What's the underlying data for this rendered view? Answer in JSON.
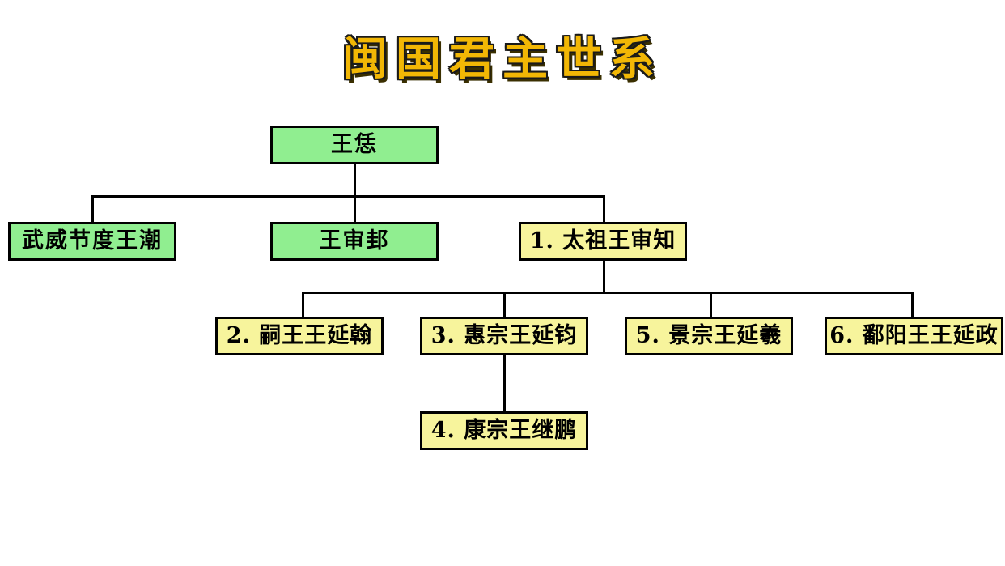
{
  "title": "闽国君主世系",
  "palette": {
    "background": "#ffffff",
    "title_fill": "#f2b705",
    "title_outline": "#1a1a1a",
    "box_border": "#000000",
    "green_fill": "#90ee90",
    "yellow_fill": "#f7f49c",
    "connector": "#000000"
  },
  "chart_data": {
    "type": "diagram",
    "subtype": "genealogy-tree",
    "title": "闽国君主世系",
    "nodes": [
      {
        "id": "n0",
        "label": "王恁",
        "generation": 1,
        "color": "green",
        "order": null
      },
      {
        "id": "n1",
        "label": "武威节度王潮",
        "generation": 2,
        "color": "green",
        "order": null
      },
      {
        "id": "n2",
        "label": "王审邽",
        "generation": 2,
        "color": "green",
        "order": null
      },
      {
        "id": "n3",
        "label": "1. 太祖王审知",
        "generation": 2,
        "color": "yellow",
        "order": 1
      },
      {
        "id": "n4",
        "label": "2. 嗣王王延翰",
        "generation": 3,
        "color": "yellow",
        "order": 2
      },
      {
        "id": "n5",
        "label": "3. 惠宗王延钧",
        "generation": 3,
        "color": "yellow",
        "order": 3
      },
      {
        "id": "n6",
        "label": "5. 景宗王延羲",
        "generation": 3,
        "color": "yellow",
        "order": 5
      },
      {
        "id": "n7",
        "label": "6. 鄱阳王王延政",
        "generation": 3,
        "color": "yellow",
        "order": 6
      },
      {
        "id": "n8",
        "label": "4. 康宗王继鹏",
        "generation": 4,
        "color": "yellow",
        "order": 4
      }
    ],
    "edges": [
      {
        "from": "n0",
        "to": "n1"
      },
      {
        "from": "n0",
        "to": "n2"
      },
      {
        "from": "n0",
        "to": "n3"
      },
      {
        "from": "n3",
        "to": "n4"
      },
      {
        "from": "n3",
        "to": "n5"
      },
      {
        "from": "n3",
        "to": "n6"
      },
      {
        "from": "n3",
        "to": "n7"
      },
      {
        "from": "n5",
        "to": "n8"
      }
    ]
  }
}
